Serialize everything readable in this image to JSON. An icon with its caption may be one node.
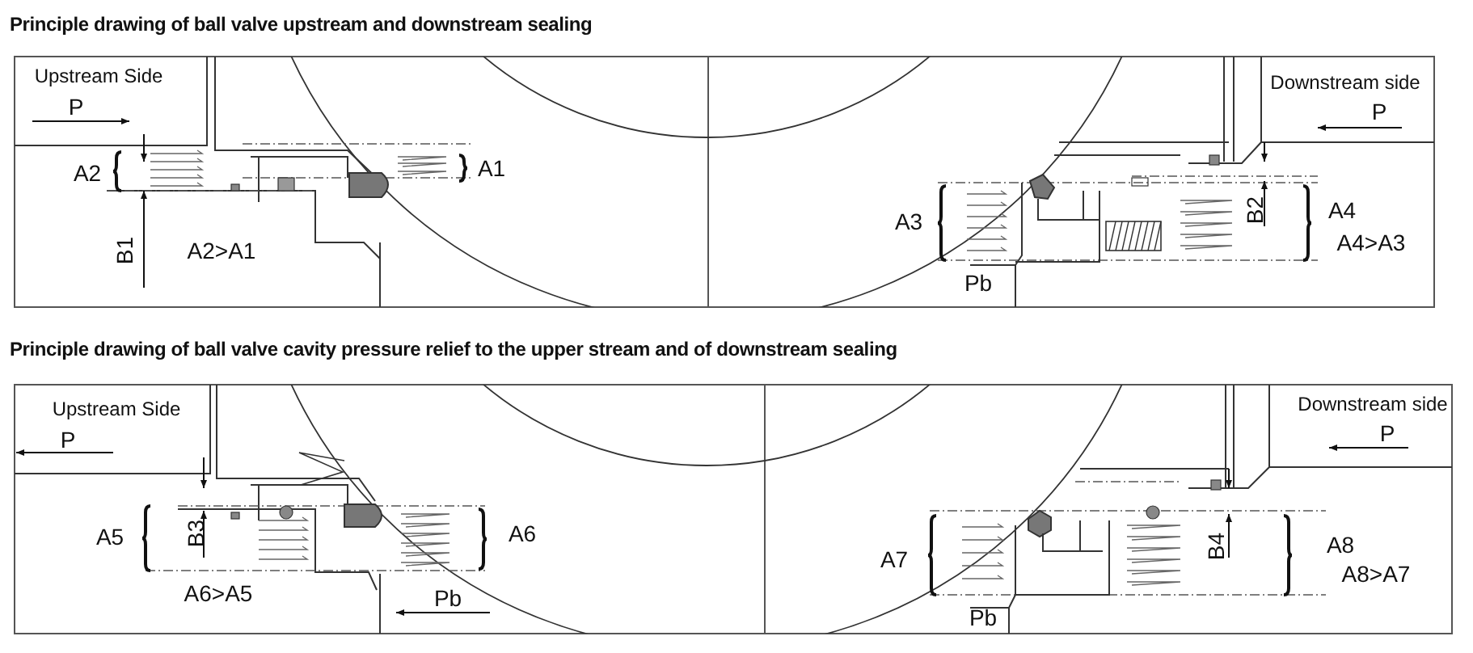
{
  "diagram": {
    "title": "Principle drawing of ball valve upstream and downstream sealing",
    "labels": [
      "Upstream Side",
      "P",
      "A2",
      "A1",
      "B1",
      "A2>A1",
      "Downstream side",
      "P",
      "A3",
      "B2",
      "A4",
      "A4>A3",
      "Pb",
      "Principle drawing of ball valve cavity pressure relief to the upper stream and of downstream sealing",
      "Upstream Side",
      "P",
      "A5",
      "B3",
      "A6",
      "A6>A5",
      "Pb",
      "Downstream side",
      "P",
      "A7",
      "B4",
      "A8",
      "A8>A7",
      "Pb"
    ]
  }
}
